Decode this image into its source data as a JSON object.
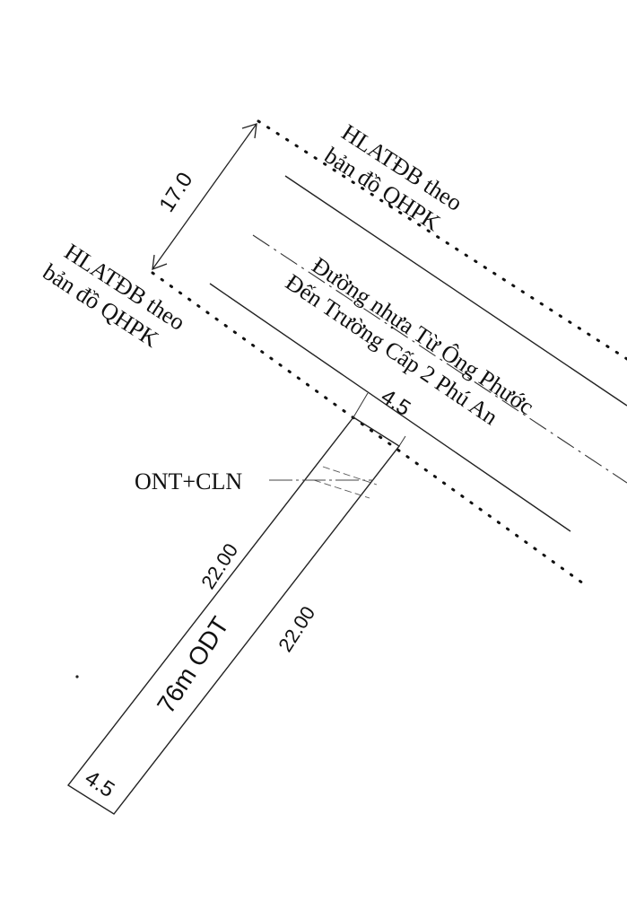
{
  "labels": {
    "setback_top_line1": "HLATĐB theo",
    "setback_top_line2": "bản đồ QHPK",
    "setback_left_line1": "HLATĐB theo",
    "setback_left_line2": "bản đồ QHPK",
    "road_name_line1": "Đường nhựa Từ Ông Phước",
    "road_name_line2": "Đến Trường Cấp 2 Phú An",
    "land_use_code": "ONT+CLN",
    "lot_area": "76m ODT"
  },
  "dimensions": {
    "setback_width": "17.0",
    "front_width": "4.5",
    "rear_width": "4.5",
    "left_depth": "22.00",
    "right_depth": "22.00"
  }
}
